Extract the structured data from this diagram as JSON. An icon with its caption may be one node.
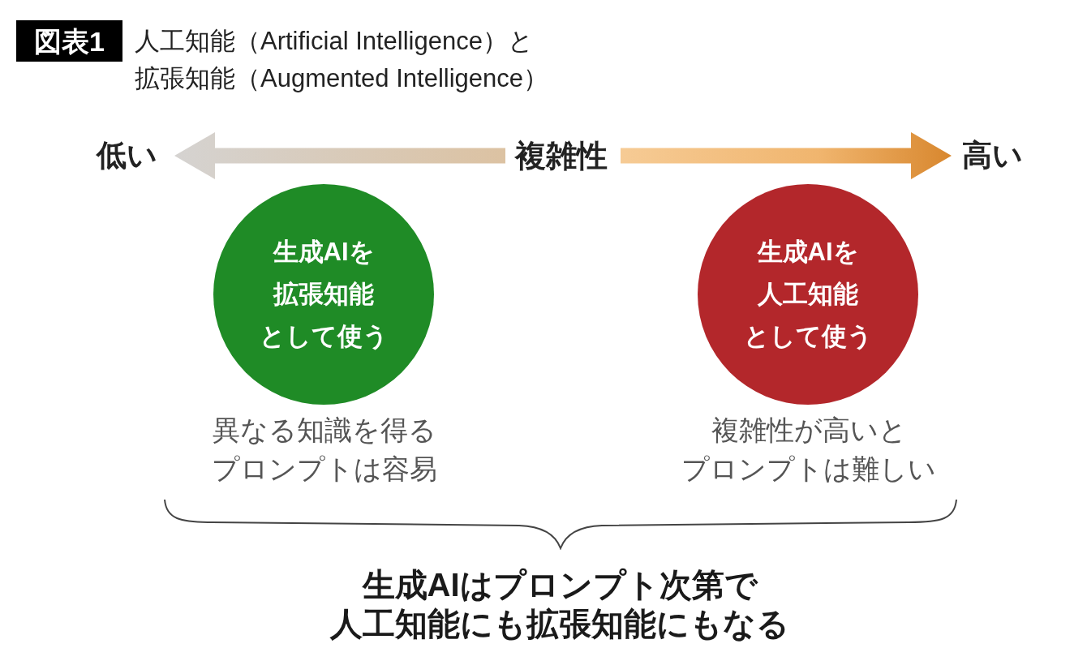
{
  "diagram": {
    "title": "人工知能（Artificial Intelligence）と拡張知能（Augmented Intelligence）",
    "nodes": [
      {
        "text": [
          "図表1"
        ]
      },
      {
        "text": [
          "生成AIを拡張知能として使う"
        ],
        "beside": [
          "異なる知識を得るプロンプトは容易"
        ]
      },
      {
        "text": [
          "生成AIを人工知能として使う"
        ],
        "beside": [
          "複雑性が高いとプロンプトは難しい"
        ]
      }
    ],
    "labels": [
      "低い",
      "複雑性",
      "高い",
      "生成AIはプロンプト次第で人工知能にも拡張知能にもなる"
    ]
  }
}
